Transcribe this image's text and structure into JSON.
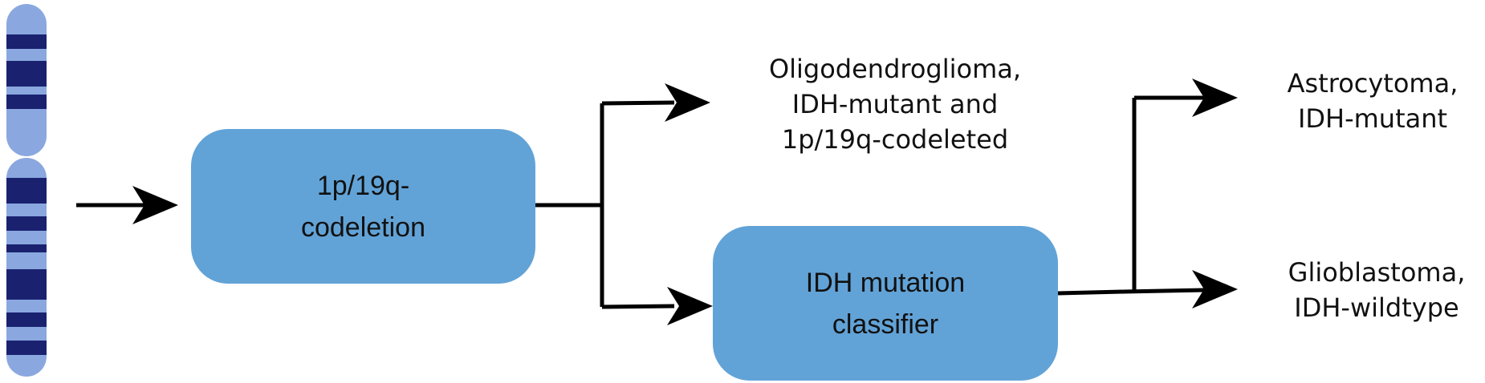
{
  "nodes": {
    "codeletion_box": {
      "text": "1p/19q-\ncodeletion"
    },
    "idh_box": {
      "text": "IDH mutation\nclassifier"
    }
  },
  "outcomes": {
    "oligodendroglioma": "Oligodendroglioma,\nIDH-mutant and\n1p/19q-codeleted",
    "astrocytoma": "Astrocytoma,\nIDH-mutant",
    "glioblastoma": "Glioblastoma,\nIDH-wildtype"
  },
  "colors": {
    "box_fill": "#62a3d7",
    "chromosome_light": "#8aa8df",
    "chromosome_dark": "#1a2270",
    "arrow": "#000000"
  }
}
